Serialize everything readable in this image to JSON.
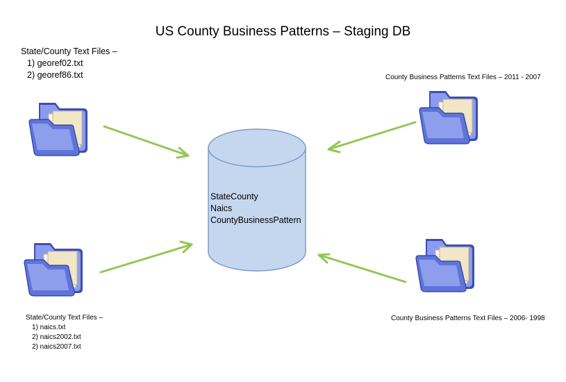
{
  "title": "US County Business Patterns – Staging DB",
  "colors": {
    "arrow": "#92c755",
    "cylinder_fill": "#c5d7ef",
    "cylinder_stroke": "#7d9bc6",
    "folder_body": "#6f82e0",
    "folder_paper": "#f6eed4"
  },
  "sources": {
    "top_left": {
      "icon": "folder-icon",
      "heading": "State/County Text Files –",
      "items": [
        "1) georef02.txt",
        "2) georef86.txt"
      ]
    },
    "top_right": {
      "icon": "folder-icon",
      "heading": "County Business Patterns Text Files – 2011 - 2007"
    },
    "bottom_left": {
      "icon": "folder-icon",
      "heading": "State/County Text Files –",
      "items": [
        "1) naics.txt",
        "2) naics2002.txt",
        "2) naics2007.txt"
      ]
    },
    "bottom_right": {
      "icon": "folder-icon",
      "heading": "County Business Patterns Text Files – 2006- 1998"
    }
  },
  "database": {
    "icon": "database-cylinder",
    "tables": [
      "StateCounty",
      "Naics",
      "CountyBusinessPattern"
    ]
  }
}
